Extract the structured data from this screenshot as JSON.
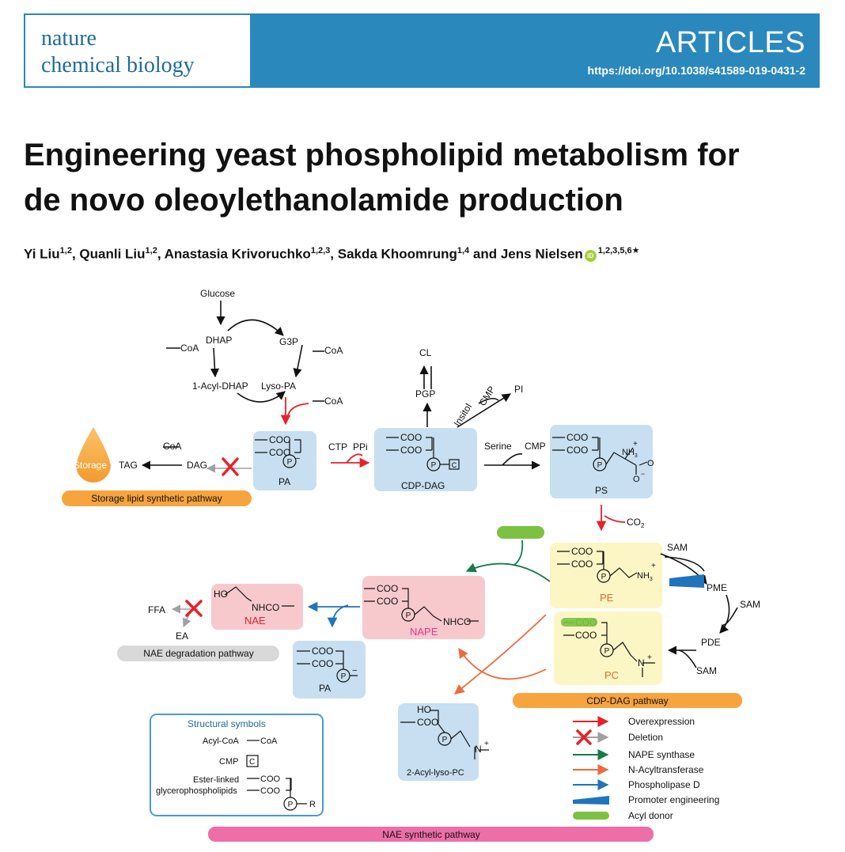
{
  "header": {
    "journal_line1": "nature",
    "journal_line2": "chemical biology",
    "section": "ARTICLES",
    "doi": "https://doi.org/10.1038/s41589-019-0431-2",
    "accent_color": "#2a88bd"
  },
  "article": {
    "title_line1": "Engineering yeast phospholipid metabolism for",
    "title_line2": "de novo oleoylethanolamide production"
  },
  "authors": [
    {
      "name": "Yi Liu",
      "aff": "1,2",
      "sep": ", "
    },
    {
      "name": "Quanli Liu",
      "aff": "1,2",
      "sep": ", "
    },
    {
      "name": "Anastasia Krivoruchko",
      "aff": "1,2,3",
      "sep": ", "
    },
    {
      "name": "Sakda Khoomrung",
      "aff": "1,4",
      "sep": " and "
    },
    {
      "name": "Jens Nielsen",
      "aff": "1,2,3,5,6★",
      "sep": ""
    }
  ],
  "orcid_icon": "iD",
  "figure": {
    "glucose": "Glucose",
    "dhap": "DHAP",
    "g3p": "G3P",
    "acyl_dhap": "1-Acyl-DHAP",
    "lyso_pa": "Lyso-PA",
    "coa": "CoA",
    "storage": "Storage",
    "tag": "TAG",
    "dag": "DAG",
    "pa": "PA",
    "ctp": "CTP",
    "ppi": "PPi",
    "cdp_dag": "CDP-DAG",
    "cl": "CL",
    "pgp": "PGP",
    "insitol": "Insitol",
    "cmp": "CMP",
    "pi": "PI",
    "serine": "Serine",
    "ps": "PS",
    "co2": "CO",
    "co2_sub": "2",
    "coo": "COO",
    "p": "P",
    "c_box": "C",
    "nh3": "NH",
    "nh3_sub": "3",
    "o_minus": "O",
    "o_label": "O",
    "charge_plus": "+",
    "charge_minus": "−",
    "pe": "PE",
    "pc": "PC",
    "sam": "SAM",
    "pme": "PME",
    "pde": "PDE",
    "nape": "NAPE",
    "nhco": "NHCO",
    "ho": "HO",
    "nae": "NAE",
    "ffa": "FFA",
    "ea": "EA",
    "n_label": "N",
    "r_label": "R",
    "lyso_pc": "2-Acyl-lyso-PC",
    "pathway_storage": "Storage lipid synthetic pathway",
    "pathway_nae_deg": "NAE degradation pathway",
    "pathway_cdp": "CDP-DAG pathway",
    "pathway_nae_syn": "NAE synthetic pathway",
    "symbols_title": "Structural symbols",
    "symbols_acylcoa": "Acyl-CoA",
    "symbols_cmp": "CMP",
    "symbols_ester1": "Ester-linked",
    "symbols_ester2": "glycerophospholipids",
    "legend": [
      {
        "label": "Overexpression",
        "color": "#e8202a"
      },
      {
        "label": "Deletion",
        "color": "#e8202a"
      },
      {
        "label": "NAPE synthase",
        "color": "#177a4b"
      },
      {
        "label": "N-Acyltransferase",
        "color": "#ee6a3c"
      },
      {
        "label": "Phospholipase D",
        "color": "#1f74bb"
      },
      {
        "label": "Promoter engineering",
        "color": "#1f74bb"
      },
      {
        "label": "Acyl donor",
        "color": "#7cc242"
      }
    ],
    "colors": {
      "blue_box": "#c7dff0",
      "yellow_box": "#fbf6c4",
      "pink_box": "#f7c9cd",
      "orange_bar": "#f7a43e",
      "gray_bar": "#d9d9d9",
      "pink_bar": "#ee6ea8",
      "red": "#e8202a",
      "green": "#177a4b",
      "orange_arrow": "#ee6a3c",
      "blue_arrow": "#1f74bb",
      "pe_label": "#e56b2c",
      "nape_label": "#e5388a",
      "nae_label": "#e8202a"
    }
  }
}
